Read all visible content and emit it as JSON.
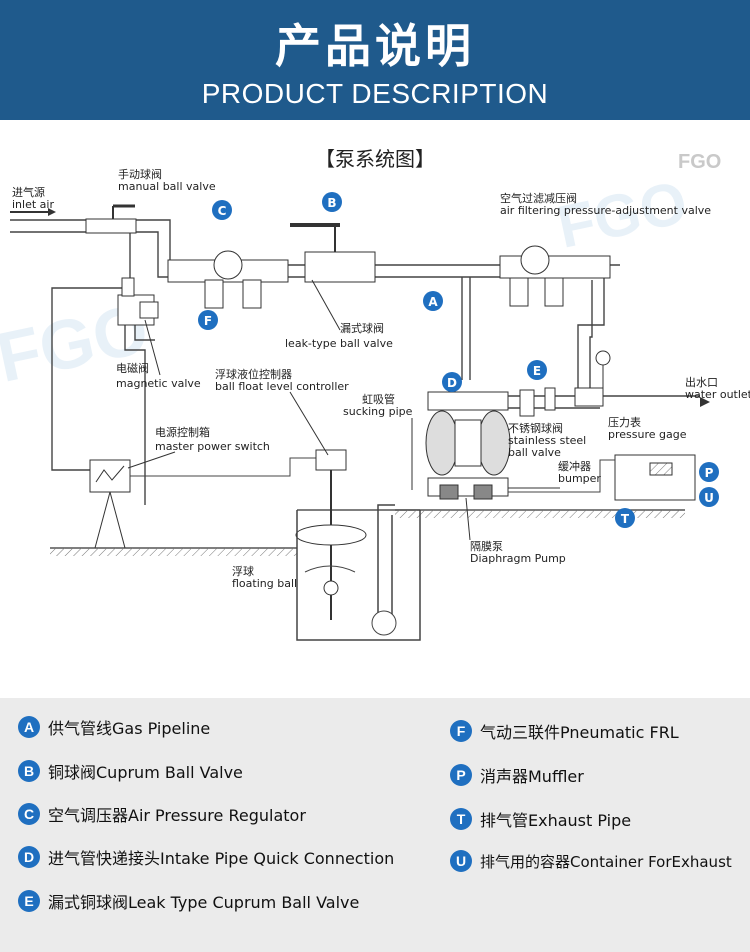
{
  "header": {
    "title_cn": "产品说明",
    "title_en": "PRODUCT DESCRIPTION",
    "bg_color": "#1f5a8c"
  },
  "diagram": {
    "title": "【泵系统图】",
    "watermark": "FGO",
    "labels": {
      "inlet_cn": "进气源",
      "inlet_en": "inlet air",
      "manual_cn": "手动球阀",
      "manual_en": "manual ball valve",
      "magnetic_cn": "电磁阀",
      "magnetic_en": "magnetic valve",
      "switch_cn": "电源控制箱",
      "switch_en": "master power switch",
      "float_ctrl_cn": "浮球液位控制器",
      "float_ctrl_en": "ball float level controller",
      "leak_cn": "漏式球阀",
      "leak_en": "leak-type ball valve",
      "sucking_cn": "虹吸管",
      "sucking_en": "sucking pipe",
      "frl_cn": "空气过滤减压阀",
      "frl_en": "air filtering pressure-adjustment valve",
      "outlet_cn": "出水口",
      "outlet_en": "water outlet",
      "ss_valve_cn": "不锈钢球阀",
      "ss_valve_en1": "stainless steel",
      "ss_valve_en2": "ball valve",
      "gauge_cn": "压力表",
      "gauge_en": "pressure gage",
      "bumper_cn": "缓冲器",
      "bumper_en": "bumper",
      "pump_cn": "隔膜泵",
      "pump_en": "Diaphragm Pump",
      "ball_cn": "浮球",
      "ball_en": "floating ball"
    },
    "markers": {
      "A": "A",
      "B": "B",
      "C": "C",
      "D": "D",
      "E": "E",
      "F": "F",
      "P": "P",
      "T": "T",
      "U": "U"
    }
  },
  "legend": {
    "badge_color": "#1f6fc0",
    "left": [
      {
        "key": "A",
        "text": "供气管线Gas Pipeline"
      },
      {
        "key": "B",
        "text": "铜球阀Cuprum Ball Valve"
      },
      {
        "key": "C",
        "text": "空气调压器Air Pressure Regulator"
      },
      {
        "key": "D",
        "text": "进气管快递接头Intake Pipe Quick Connection"
      },
      {
        "key": "E",
        "text": "漏式铜球阀Leak Type Cuprum Ball Valve"
      }
    ],
    "right": [
      {
        "key": "F",
        "text": "气动三联件Pneumatic FRL"
      },
      {
        "key": "P",
        "text": "消声器Muffler"
      },
      {
        "key": "T",
        "text": "排气管Exhaust Pipe"
      },
      {
        "key": "U",
        "text": "排气用的容器Container ForExhaust"
      }
    ]
  }
}
